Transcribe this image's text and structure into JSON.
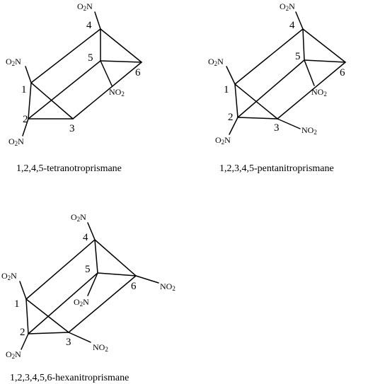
{
  "molecules": [
    {
      "caption": "1,2,4,5-tetranotroprismane",
      "atom_numbers": [
        "1",
        "2",
        "3",
        "4",
        "5",
        "6"
      ],
      "groups": [
        "O2N",
        "O2N",
        "O2N",
        "NO2"
      ]
    },
    {
      "caption": "1,2,3,4,5-pentanitroprismane",
      "atom_numbers": [
        "1",
        "2",
        "3",
        "4",
        "5",
        "6"
      ],
      "groups": [
        "O2N",
        "O2N",
        "O2N",
        "NO2",
        "NO2"
      ]
    },
    {
      "caption": "1,2,3,4,5,6-hexanitroprismane",
      "atom_numbers": [
        "1",
        "2",
        "3",
        "4",
        "5",
        "6"
      ],
      "groups": [
        "O2N",
        "O2N",
        "O2N",
        "O2N",
        "NO2",
        "NO2"
      ]
    }
  ]
}
